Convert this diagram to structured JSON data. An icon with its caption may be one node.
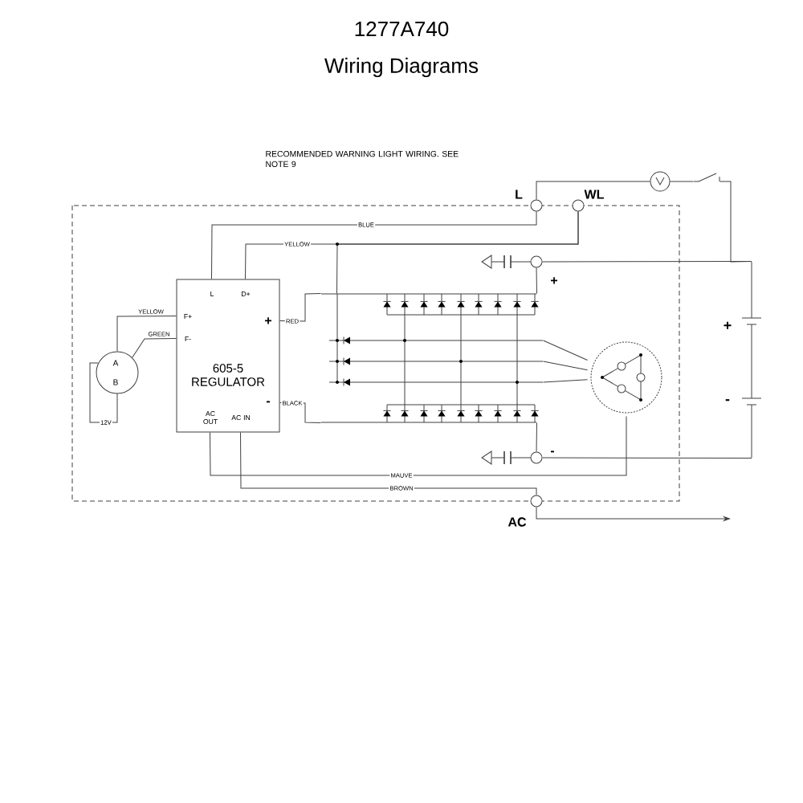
{
  "diagram": {
    "title": "Wiring Diagrams",
    "nodes": [
      {
        "text": [
          "605-5 REGULATOR"
        ]
      },
      {
        "text": [
          "A",
          "B"
        ]
      },
      {
        "text": [
          "L"
        ]
      },
      {
        "text": [
          "WL"
        ]
      },
      {
        "text": [
          "+"
        ]
      },
      {
        "text": [
          "-"
        ]
      },
      {
        "text": [
          "AC"
        ]
      },
      {
        "text": [],
        "shape": "circle"
      },
      {
        "text": [],
        "shape": "switch"
      },
      {
        "text": [],
        "shape": "battery",
        "beside": [
          "+",
          "-"
        ]
      },
      {
        "text": [],
        "shape": "picture"
      },
      {
        "text": [],
        "shape": "picture"
      }
    ],
    "edges": [
      {
        "from": 0,
        "to": 2,
        "arrow": "none",
        "label": "BLUE"
      },
      {
        "from": 0,
        "to": 3,
        "arrow": "none",
        "label": "YELLOW"
      },
      {
        "from": 2,
        "to": 7,
        "arrow": "none"
      },
      {
        "from": 7,
        "to": 8,
        "arrow": "none"
      },
      {
        "from": 8,
        "to": 9,
        "arrow": "none"
      },
      {
        "from": 4,
        "to": 9,
        "arrow": "none"
      },
      {
        "from": 5,
        "to": 9,
        "arrow": "none"
      },
      {
        "from": 0,
        "to": 10,
        "arrow": "none",
        "label": "RED"
      },
      {
        "from": 0,
        "to": 10,
        "arrow": "none",
        "label": "BLACK"
      },
      {
        "from": 10,
        "to": 11,
        "arrow": "none"
      },
      {
        "from": 10,
        "to": 11,
        "arrow": "none"
      },
      {
        "from": 10,
        "to": 11,
        "arrow": "none"
      },
      {
        "from": 10,
        "to": 4,
        "arrow": "none"
      },
      {
        "from": 10,
        "to": 5,
        "arrow": "none"
      },
      {
        "from": 0,
        "to": 11,
        "arrow": "none",
        "label": "MAUVE"
      },
      {
        "from": 0,
        "to": 6,
        "arrow": "none",
        "label": "BROWN"
      },
      {
        "from": 1,
        "to": 0,
        "arrow": "none",
        "label": "YELLOW"
      },
      {
        "from": 1,
        "to": 0,
        "arrow": "none",
        "label": "GREEN"
      },
      {
        "from": 6,
        "to": null,
        "arrow": "to"
      },
      {
        "from": 10,
        "to": 3,
        "arrow": "none"
      }
    ],
    "labels": [
      "1277A740",
      "RECOMMENDED WARNING LIGHT WIRING. SEE NOTE 9",
      "L",
      "D+",
      "F+",
      "F-",
      "+",
      "-",
      "AC OUT",
      "AC IN",
      "12V"
    ]
  }
}
